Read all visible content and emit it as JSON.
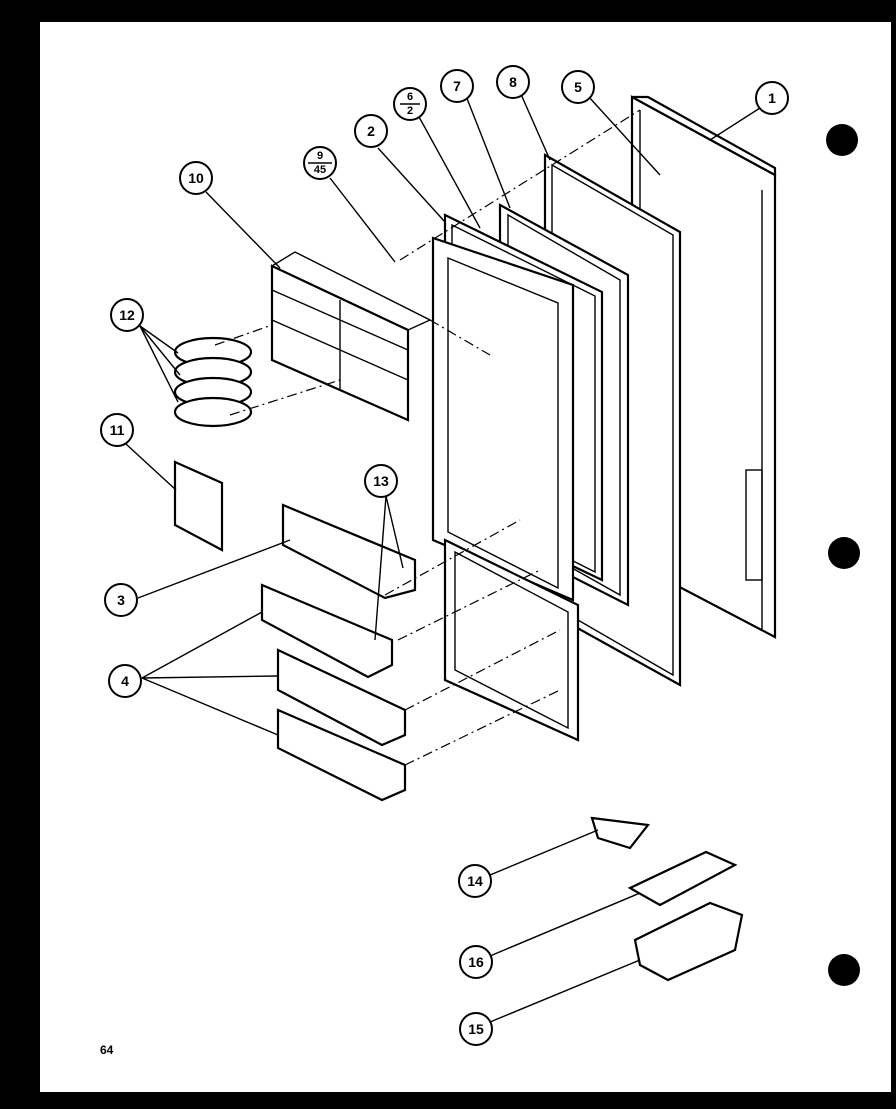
{
  "page": {
    "number": "64"
  },
  "callouts": {
    "c1": "1",
    "c2": "2",
    "c3": "3",
    "c4": "4",
    "c5": "5",
    "c6_top": "6",
    "c6_bottom": "2",
    "c7": "7",
    "c8": "8",
    "c9_top": "9",
    "c9_bottom": "45",
    "c10": "10",
    "c11": "11",
    "c12": "12",
    "c13": "13",
    "c14": "14",
    "c15": "15",
    "c16": "16"
  }
}
